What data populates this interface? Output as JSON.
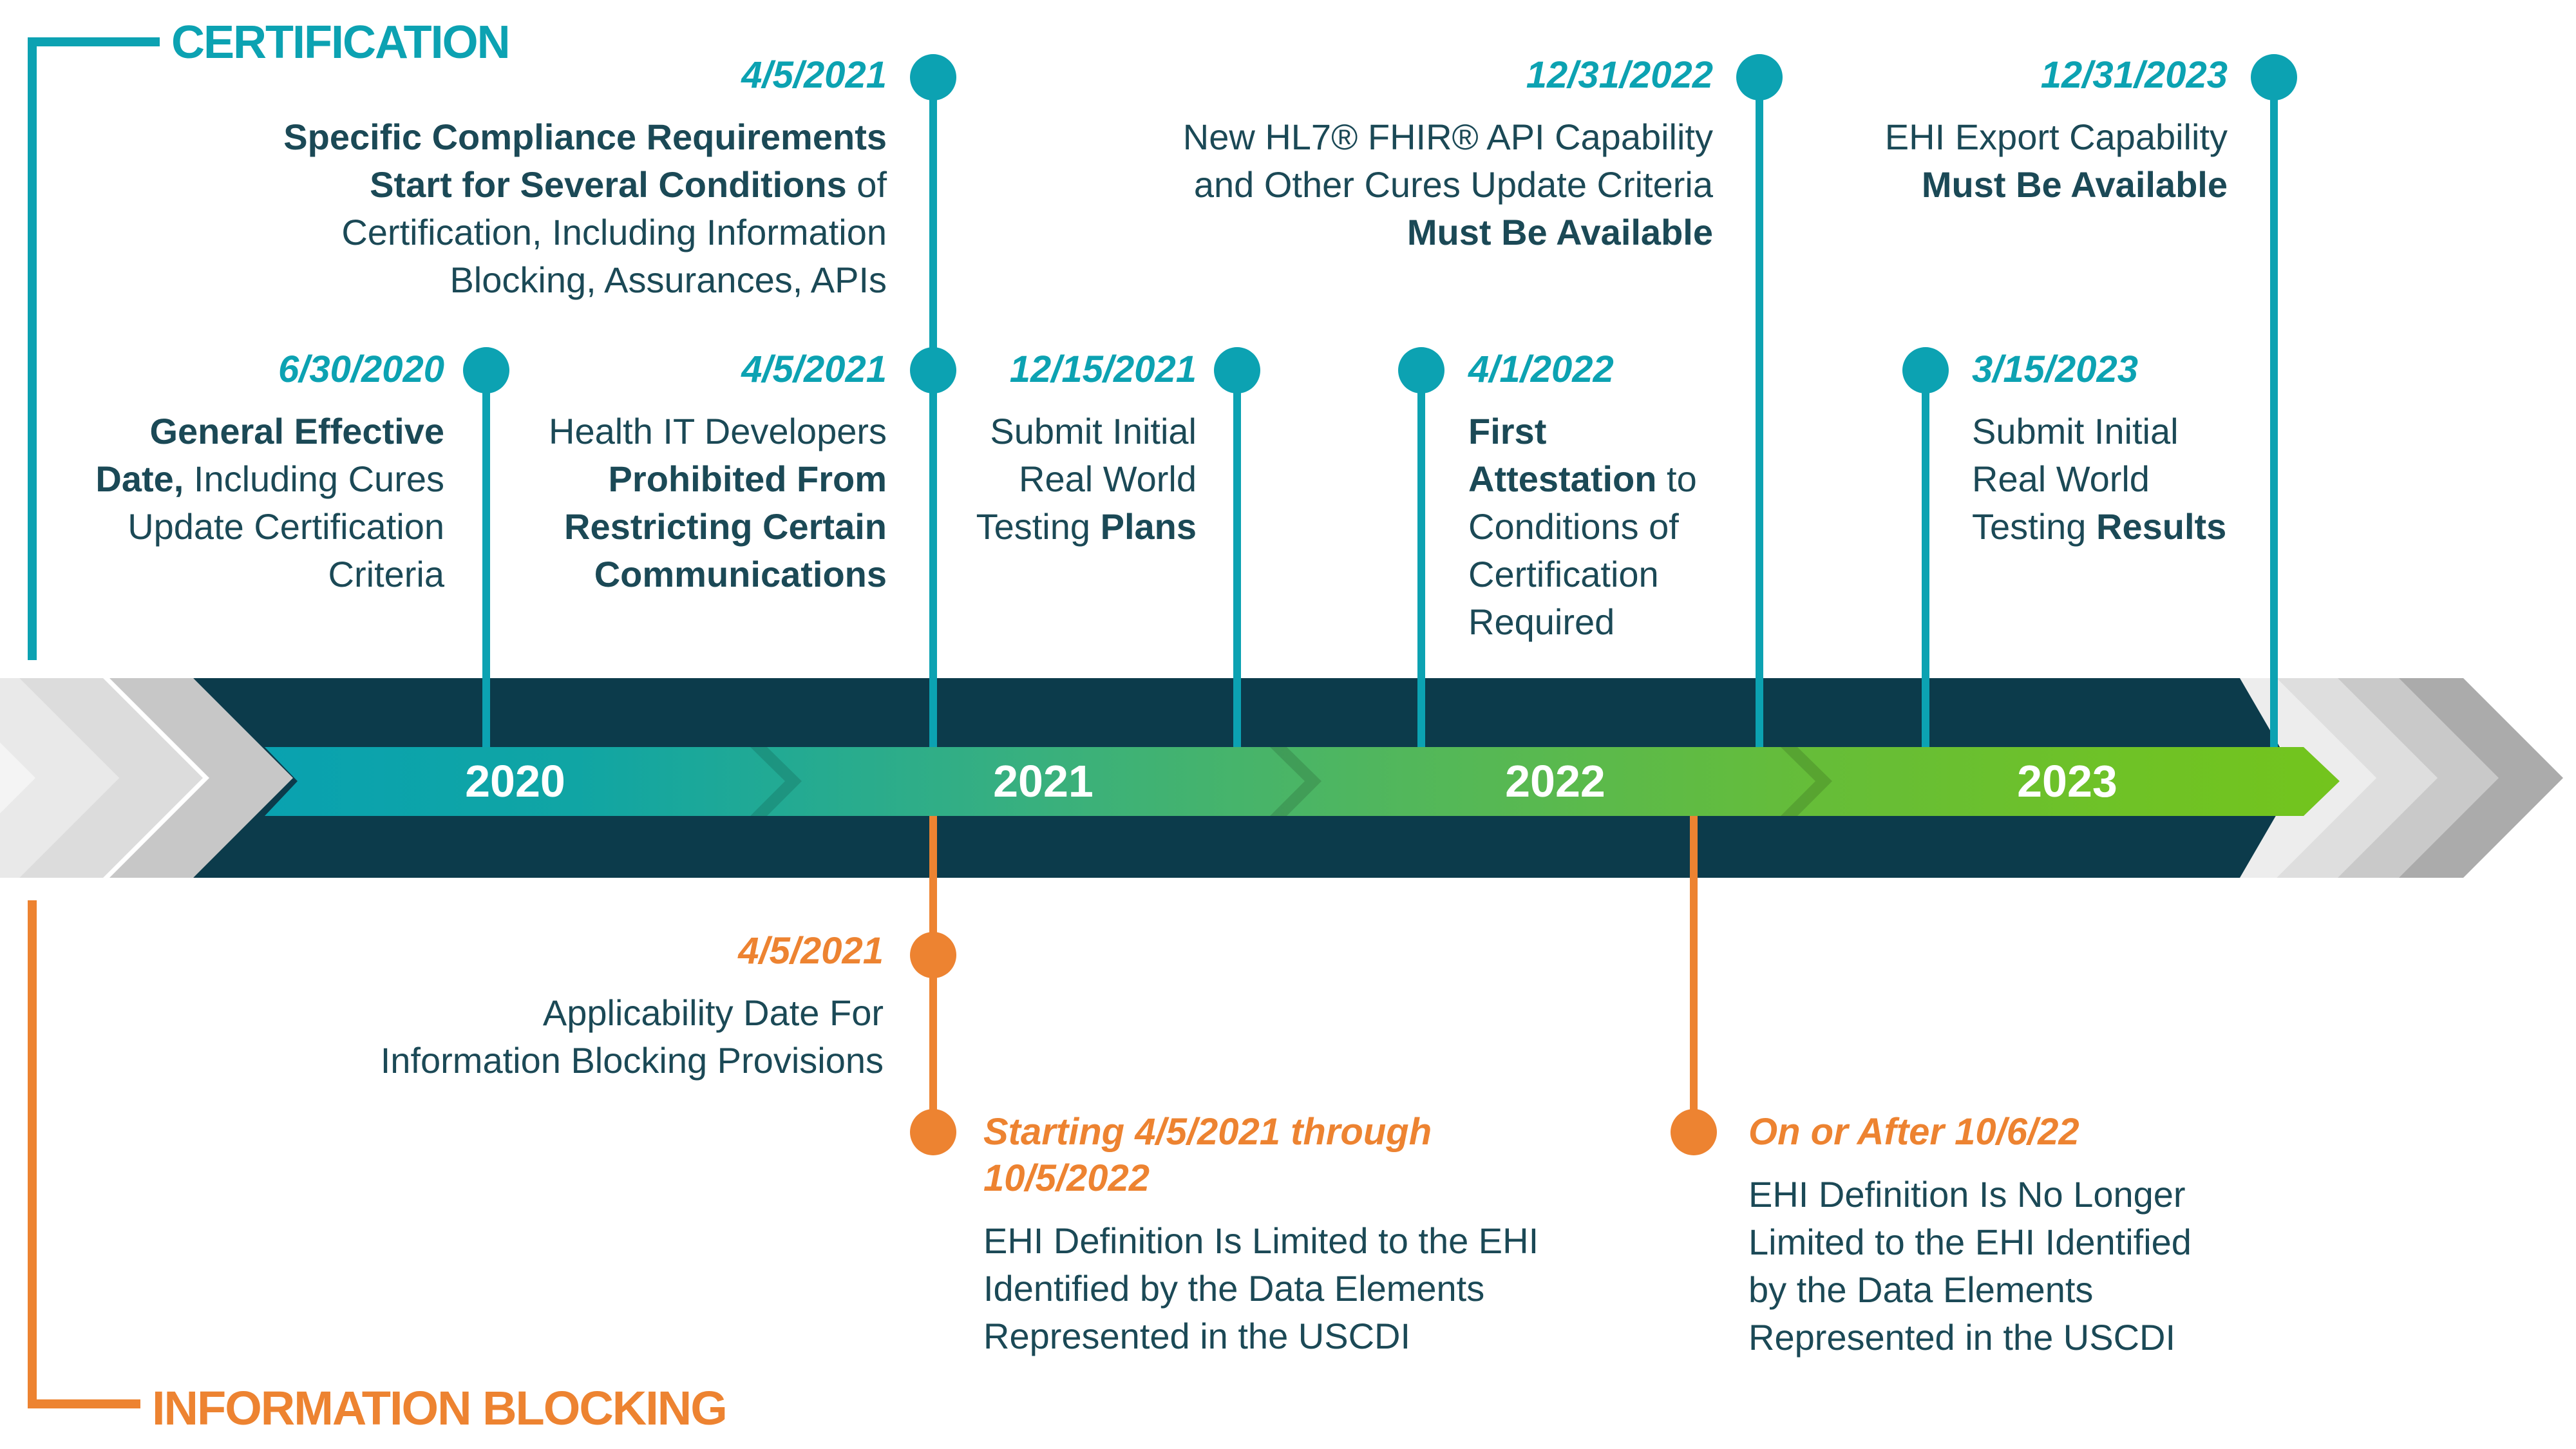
{
  "header": {
    "certification_label": "CERTIFICATION",
    "information_blocking_label": "INFORMATION BLOCKING"
  },
  "timeline": {
    "years": [
      "2020",
      "2021",
      "2022",
      "2023"
    ]
  },
  "colors": {
    "teal": "#0ca2b2",
    "navy_band": "#0c3b4b",
    "text_navy": "#1b4956",
    "orange": "#ed8331",
    "gradient_start": "#09a2b0",
    "gradient_end": "#73c41d"
  },
  "certification_events": [
    {
      "date": "4/5/2021",
      "lines": [
        [
          {
            "text": "Specific Compliance Requirements",
            "bold": true
          }
        ],
        [
          {
            "text": "Start for Several Conditions",
            "bold": true
          },
          {
            "text": " of"
          }
        ],
        [
          {
            "text": "Certification, Including Information"
          }
        ],
        [
          {
            "text": "Blocking, Assurances, APIs"
          }
        ]
      ]
    },
    {
      "date": "12/31/2022",
      "lines": [
        [
          {
            "text": "New HL7® FHIR® API Capability"
          }
        ],
        [
          {
            "text": "and Other Cures Update Criteria"
          }
        ],
        [
          {
            "text": "Must Be Available",
            "bold": true
          }
        ]
      ]
    },
    {
      "date": "12/31/2023",
      "lines": [
        [
          {
            "text": "EHI Export Capability"
          }
        ],
        [
          {
            "text": "Must Be Available",
            "bold": true
          }
        ]
      ]
    },
    {
      "date": "6/30/2020",
      "lines": [
        [
          {
            "text": "General Effective",
            "bold": true
          }
        ],
        [
          {
            "text": "Date,",
            "bold": true
          },
          {
            "text": " Including Cures"
          }
        ],
        [
          {
            "text": "Update Certification"
          }
        ],
        [
          {
            "text": "Criteria"
          }
        ]
      ]
    },
    {
      "date": "4/5/2021",
      "lines": [
        [
          {
            "text": "Health IT Developers"
          }
        ],
        [
          {
            "text": "Prohibited From",
            "bold": true
          }
        ],
        [
          {
            "text": "Restricting Certain",
            "bold": true
          }
        ],
        [
          {
            "text": "Communications",
            "bold": true
          }
        ]
      ]
    },
    {
      "date": "12/15/2021",
      "lines": [
        [
          {
            "text": "Submit Initial"
          }
        ],
        [
          {
            "text": "Real World"
          }
        ],
        [
          {
            "text": "Testing "
          },
          {
            "text": "Plans",
            "bold": true
          }
        ]
      ]
    },
    {
      "date": "4/1/2022",
      "lines": [
        [
          {
            "text": "First",
            "bold": true
          }
        ],
        [
          {
            "text": "Attestation",
            "bold": true
          },
          {
            "text": " to"
          }
        ],
        [
          {
            "text": "Conditions of"
          }
        ],
        [
          {
            "text": "Certification"
          }
        ],
        [
          {
            "text": "Required"
          }
        ]
      ]
    },
    {
      "date": "3/15/2023",
      "lines": [
        [
          {
            "text": "Submit Initial"
          }
        ],
        [
          {
            "text": "Real World"
          }
        ],
        [
          {
            "text": "Testing "
          },
          {
            "text": "Results",
            "bold": true
          }
        ]
      ]
    }
  ],
  "information_blocking_events": [
    {
      "date": "4/5/2021",
      "lines": [
        [
          {
            "text": "Applicability Date For"
          }
        ],
        [
          {
            "text": "Information Blocking Provisions"
          }
        ]
      ]
    },
    {
      "header_lines": [
        [
          {
            "text": "Starting 4/5/2021 through"
          }
        ],
        [
          {
            "text": "10/5/2022"
          }
        ]
      ],
      "lines": [
        [
          {
            "text": "EHI Definition Is Limited to the EHI"
          }
        ],
        [
          {
            "text": "Identified by the Data Elements"
          }
        ],
        [
          {
            "text": "Represented in the USCDI"
          }
        ]
      ]
    },
    {
      "header_lines": [
        [
          {
            "text": "On or After 10/6/22"
          }
        ]
      ],
      "lines": [
        [
          {
            "text": "EHI Definition Is No Longer"
          }
        ],
        [
          {
            "text": "Limited to the EHI Identified"
          }
        ],
        [
          {
            "text": "by the Data Elements"
          }
        ],
        [
          {
            "text": "Represented in the USCDI"
          }
        ]
      ]
    }
  ]
}
